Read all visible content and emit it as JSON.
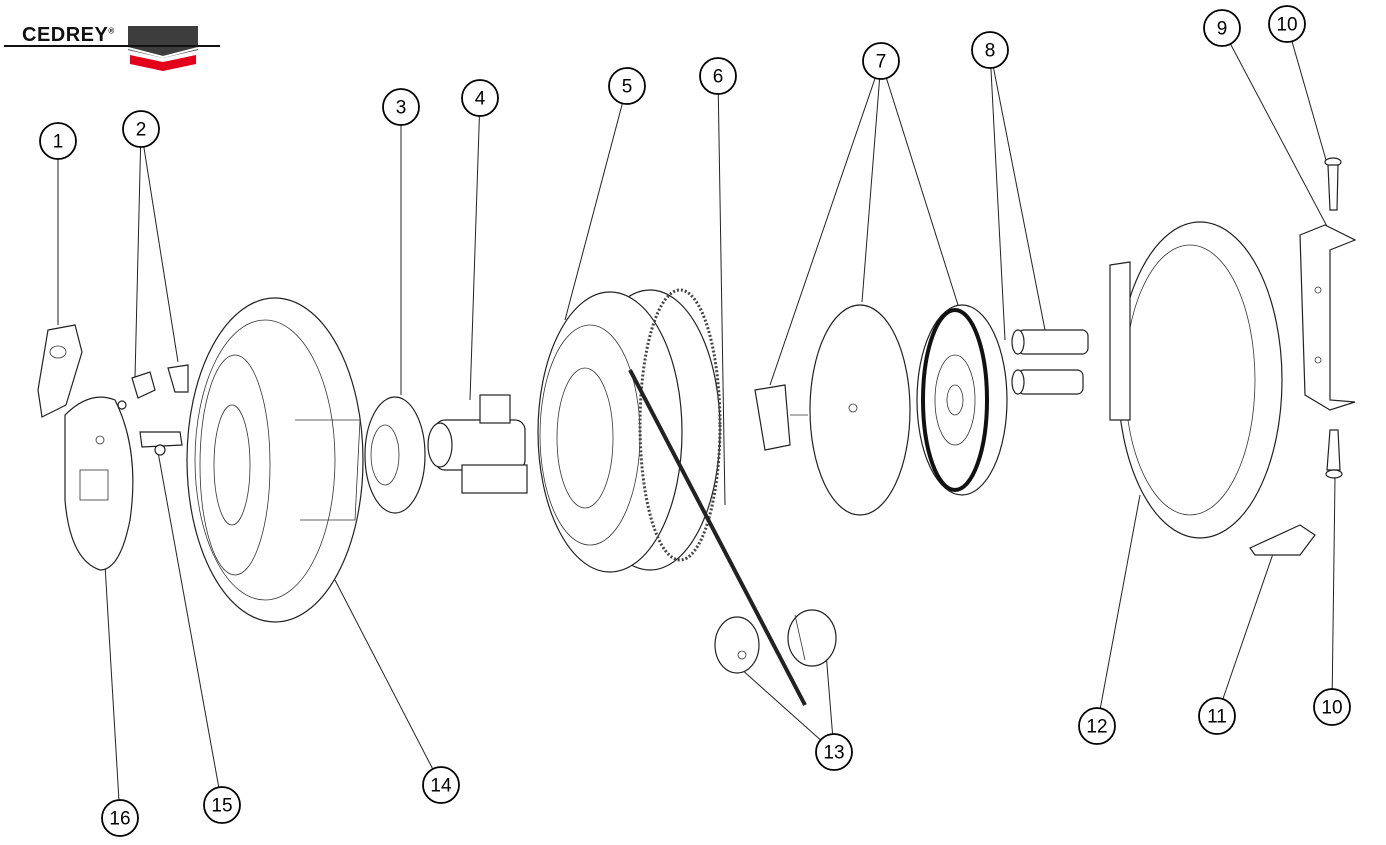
{
  "brand": {
    "name": "CEDREY",
    "mark": "®",
    "colors": {
      "dark": "#3d3d3d",
      "red": "#e3001b"
    }
  },
  "callouts": [
    {
      "label": "1"
    },
    {
      "label": "2"
    },
    {
      "label": "3"
    },
    {
      "label": "4"
    },
    {
      "label": "5"
    },
    {
      "label": "6"
    },
    {
      "label": "7"
    },
    {
      "label": "8"
    },
    {
      "label": "9"
    },
    {
      "label": "10"
    },
    {
      "label": "10"
    },
    {
      "label": "11"
    },
    {
      "label": "12"
    },
    {
      "label": "13"
    },
    {
      "label": "14"
    },
    {
      "label": "15"
    },
    {
      "label": "16"
    }
  ]
}
